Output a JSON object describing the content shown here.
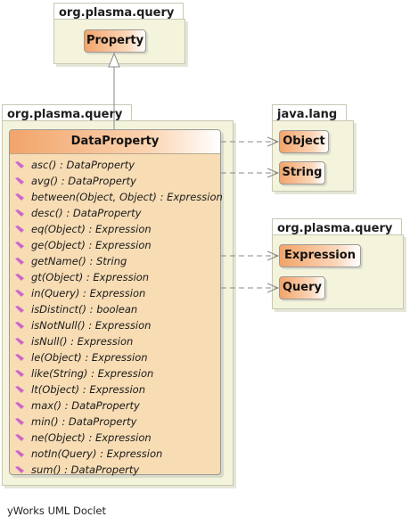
{
  "packages": {
    "top": {
      "name": "org.plasma.query",
      "classes": [
        "Property"
      ]
    },
    "main": {
      "name": "org.plasma.query"
    },
    "java_lang": {
      "name": "java.lang",
      "classes": [
        "Object",
        "String"
      ]
    },
    "right_query": {
      "name": "org.plasma.query",
      "classes": [
        "Expression",
        "Query"
      ]
    }
  },
  "main_class": {
    "name": "DataProperty",
    "methods": [
      "asc() : DataProperty",
      "avg() : DataProperty",
      "between(Object, Object) : Expression",
      "desc() : DataProperty",
      "eq(Object) : Expression",
      "ge(Object) : Expression",
      "getName() : String",
      "gt(Object) : Expression",
      "in(Query) : Expression",
      "isDistinct() : boolean",
      "isNotNull() : Expression",
      "isNull() : Expression",
      "le(Object) : Expression",
      "like(String) : Expression",
      "lt(Object) : Expression",
      "max() : DataProperty",
      "min() : DataProperty",
      "ne(Object) : Expression",
      "notIn(Query) : Expression",
      "sum() : DataProperty"
    ]
  },
  "footer": "yWorks UML Doclet",
  "colors": {
    "package_fill": "#f4f4dc",
    "class_header": "#f2a46a",
    "class_body": "#f7dcb4",
    "method_icon": "#cc66cc"
  }
}
